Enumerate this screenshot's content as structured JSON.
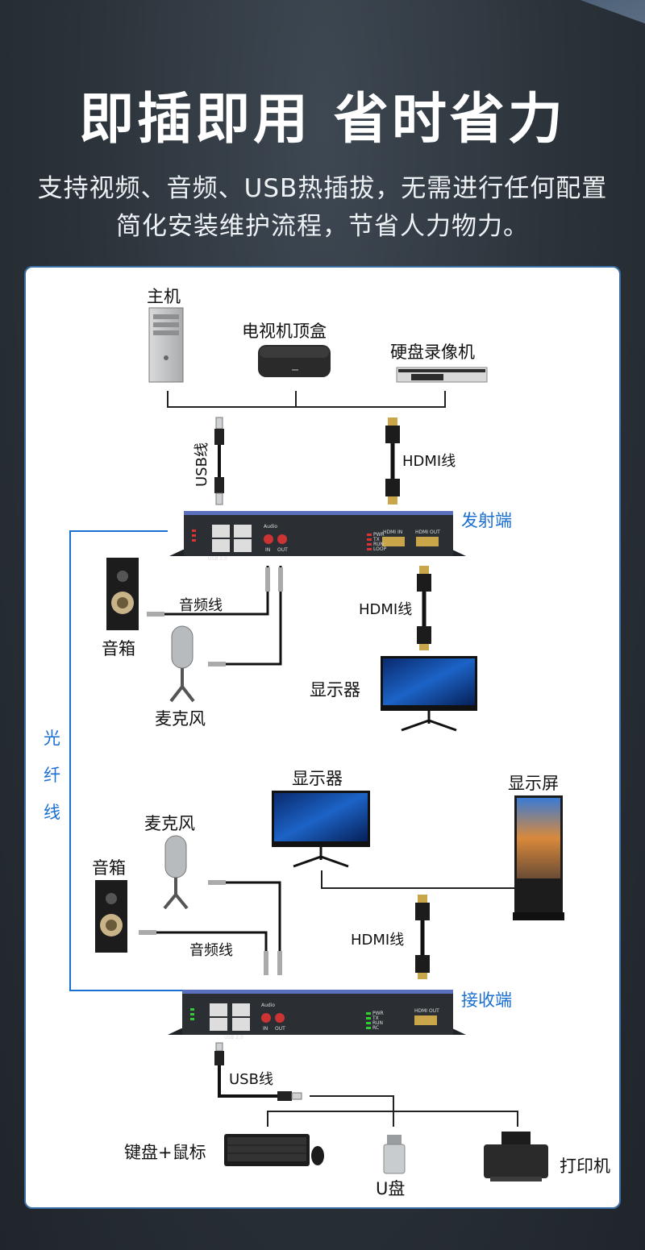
{
  "header": {
    "title": "即插即用 省时省力",
    "subtitle_line1": "支持视频、音频、USB热插拔，无需进行任何配置",
    "subtitle_line2": "简化安装维护流程，节省人力物力。"
  },
  "diagram": {
    "sources": {
      "host": "主机",
      "tv_box": "电视机顶盒",
      "nvr": "硬盘录像机"
    },
    "cables": {
      "usb_top": "USB线",
      "hdmi_top": "HDMI线",
      "audio_tx": "音频线",
      "hdmi_tx_out": "HDMI线",
      "audio_rx": "音频线",
      "hdmi_rx": "HDMI线",
      "usb_bottom": "USB线"
    },
    "transmitter": {
      "label": "发射端",
      "usb_port_label": "USB 2.0",
      "audio_label": "Audio",
      "audio_in": "IN",
      "audio_out": "OUT",
      "leds": [
        "PWR",
        "TX",
        "RUN",
        "LOOP"
      ],
      "hdmi_in": "HDMI IN",
      "hdmi_out": "HDMI OUT"
    },
    "receiver": {
      "label": "接收端",
      "usb_port_label": "USB 2.0",
      "audio_label": "Audio",
      "audio_in": "IN",
      "audio_out": "OUT",
      "leds": [
        "PWR",
        "TX",
        "RUN",
        "RC"
      ],
      "hdmi_out": "HDMI OUT"
    },
    "fiber_label": [
      "光",
      "纤",
      "线"
    ],
    "tx_side": {
      "speaker": "音箱",
      "microphone": "麦克风",
      "monitor": "显示器"
    },
    "rx_side": {
      "monitor": "显示器",
      "display_screen": "显示屏",
      "microphone": "麦克风",
      "speaker": "音箱"
    },
    "peripherals": {
      "keyboard_mouse": "键盘+鼠标",
      "usb_drive": "U盘",
      "printer": "打印机"
    }
  },
  "colors": {
    "accent_blue": "#1a6fd1",
    "panel_border": "#3a6ea5",
    "device_body": "#2b2f34"
  }
}
